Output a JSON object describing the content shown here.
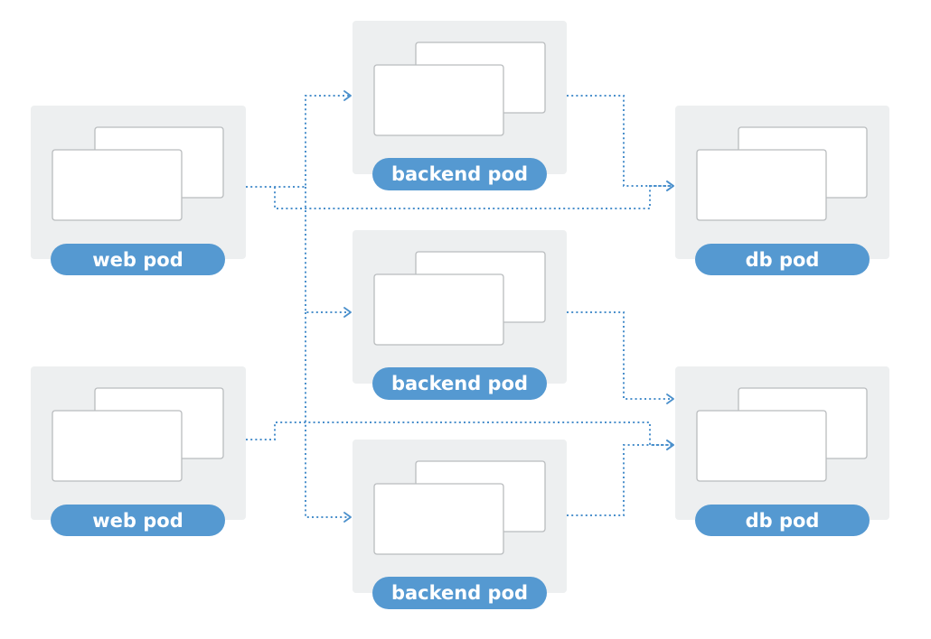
{
  "colors": {
    "background": "#ffffff",
    "pod_box": "#edeff0",
    "card_fill": "#ffffff",
    "card_border": "#b9bcbe",
    "label_pill": "#5599d1",
    "label_text": "#ffffff",
    "connector": "#4b90cc"
  },
  "pods": {
    "web_1": {
      "label": "web pod"
    },
    "web_2": {
      "label": "web pod"
    },
    "backend_1": {
      "label": "backend pod"
    },
    "backend_2": {
      "label": "backend pod"
    },
    "backend_3": {
      "label": "backend pod"
    },
    "db_1": {
      "label": "db pod"
    },
    "db_2": {
      "label": "db pod"
    }
  },
  "connections": [
    {
      "from": "web_1",
      "to": "backend_1"
    },
    {
      "from": "web_1",
      "to": "backend_2"
    },
    {
      "from": "web_1",
      "to": "backend_3"
    },
    {
      "from": "web_1",
      "to": "db_1"
    },
    {
      "from": "web_2",
      "to": "db_2"
    },
    {
      "from": "backend_1",
      "to": "db_1"
    },
    {
      "from": "backend_2",
      "to": "db_2"
    },
    {
      "from": "backend_3",
      "to": "db_2"
    }
  ]
}
